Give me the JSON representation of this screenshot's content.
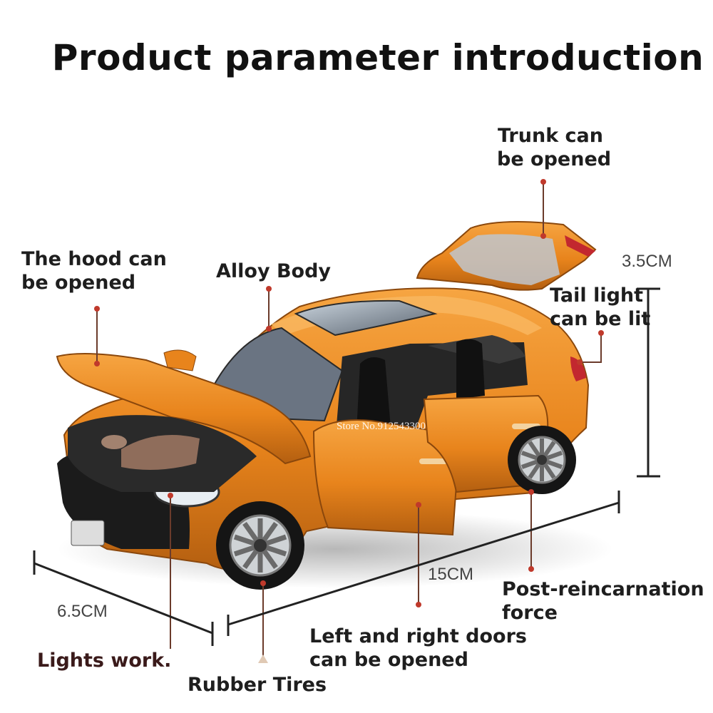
{
  "title": "Product parameter introduction",
  "callouts": {
    "trunk": "Trunk can\nbe opened",
    "hood": "The hood can\nbe opened",
    "alloy_body": "Alloy Body",
    "tail_light": "Tail light\ncan be lit",
    "post_reincarnation": "Post-reincarnation\nforce",
    "doors": "Left and right doors\ncan be opened",
    "lights": "Lights work.",
    "tires": "Rubber Tires"
  },
  "dimensions": {
    "height": "3.5CM",
    "length": "15CM",
    "width": "6.5CM"
  },
  "watermark": "Store No.912543300",
  "colors": {
    "car_body": "#e8841c",
    "car_highlight": "#f6a542",
    "car_shadow": "#b45f10",
    "callout_line": "#6b3b2b",
    "dim_line": "#222222"
  }
}
